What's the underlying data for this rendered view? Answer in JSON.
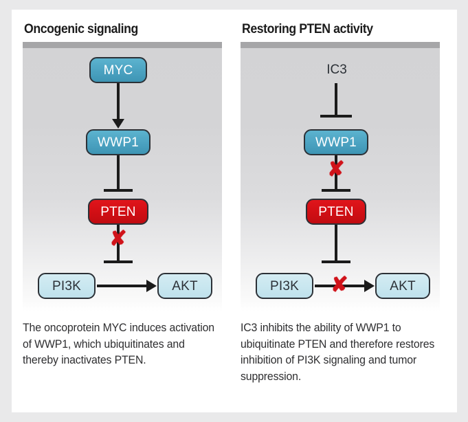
{
  "figure": {
    "panels": [
      {
        "id": "oncogenic-signaling",
        "title": "Oncogenic signaling",
        "nodes": [
          {
            "id": "myc",
            "label": "MYC",
            "style": "teal"
          },
          {
            "id": "wwp1",
            "label": "WWP1",
            "style": "teal"
          },
          {
            "id": "pten",
            "label": "PTEN",
            "style": "red"
          },
          {
            "id": "pi3k",
            "label": "PI3K",
            "style": "lightblue"
          },
          {
            "id": "akt",
            "label": "AKT",
            "style": "lightblue"
          }
        ],
        "edges": [
          {
            "from": "myc",
            "to": "wwp1",
            "type": "activation",
            "blocked": false
          },
          {
            "from": "wwp1",
            "to": "pten",
            "type": "inhibition",
            "blocked": false
          },
          {
            "from": "pten",
            "to": "pi3k",
            "type": "inhibition",
            "blocked": true
          },
          {
            "from": "pi3k",
            "to": "akt",
            "type": "activation",
            "blocked": false
          }
        ],
        "caption": "The oncoprotein MYC induces activation of WWP1, which ubiquitinates and thereby inactivates PTEN."
      },
      {
        "id": "restoring-pten-activity",
        "title": "Restoring PTEN activity",
        "nodes": [
          {
            "id": "ic3",
            "label": "IC3",
            "style": "plain"
          },
          {
            "id": "wwp1",
            "label": "WWP1",
            "style": "teal"
          },
          {
            "id": "pten",
            "label": "PTEN",
            "style": "red"
          },
          {
            "id": "pi3k",
            "label": "PI3K",
            "style": "lightblue"
          },
          {
            "id": "akt",
            "label": "AKT",
            "style": "lightblue"
          }
        ],
        "edges": [
          {
            "from": "ic3",
            "to": "wwp1",
            "type": "inhibition",
            "blocked": false
          },
          {
            "from": "wwp1",
            "to": "pten",
            "type": "inhibition",
            "blocked": true
          },
          {
            "from": "pten",
            "to": "pi3k",
            "type": "inhibition",
            "blocked": false
          },
          {
            "from": "pi3k",
            "to": "akt",
            "type": "activation",
            "blocked": true
          }
        ],
        "caption": "IC3 inhibits the ability of WWP1 to ubiquitinate PTEN and therefore restores inhibition of PI3K signaling and tumor suppression."
      }
    ],
    "marks": {
      "blocked_symbol": "✘"
    },
    "colors": {
      "teal_node": "#4ba2c1",
      "red_node": "#d20f15",
      "light_blue_node": "#c7e6ef",
      "node_border": "#2c3137",
      "connector": "#1b1b1b",
      "block_mark": "#d0131a",
      "panel_top_bar": "#a6a6a8",
      "panel_background_top": "#d3d3d5",
      "panel_background_bottom": "#ffffff",
      "card_background": "#ffffff",
      "frame_background": "#e9e9ea",
      "title_text": "#1b1b1b",
      "caption_text": "#2e2e30"
    }
  }
}
